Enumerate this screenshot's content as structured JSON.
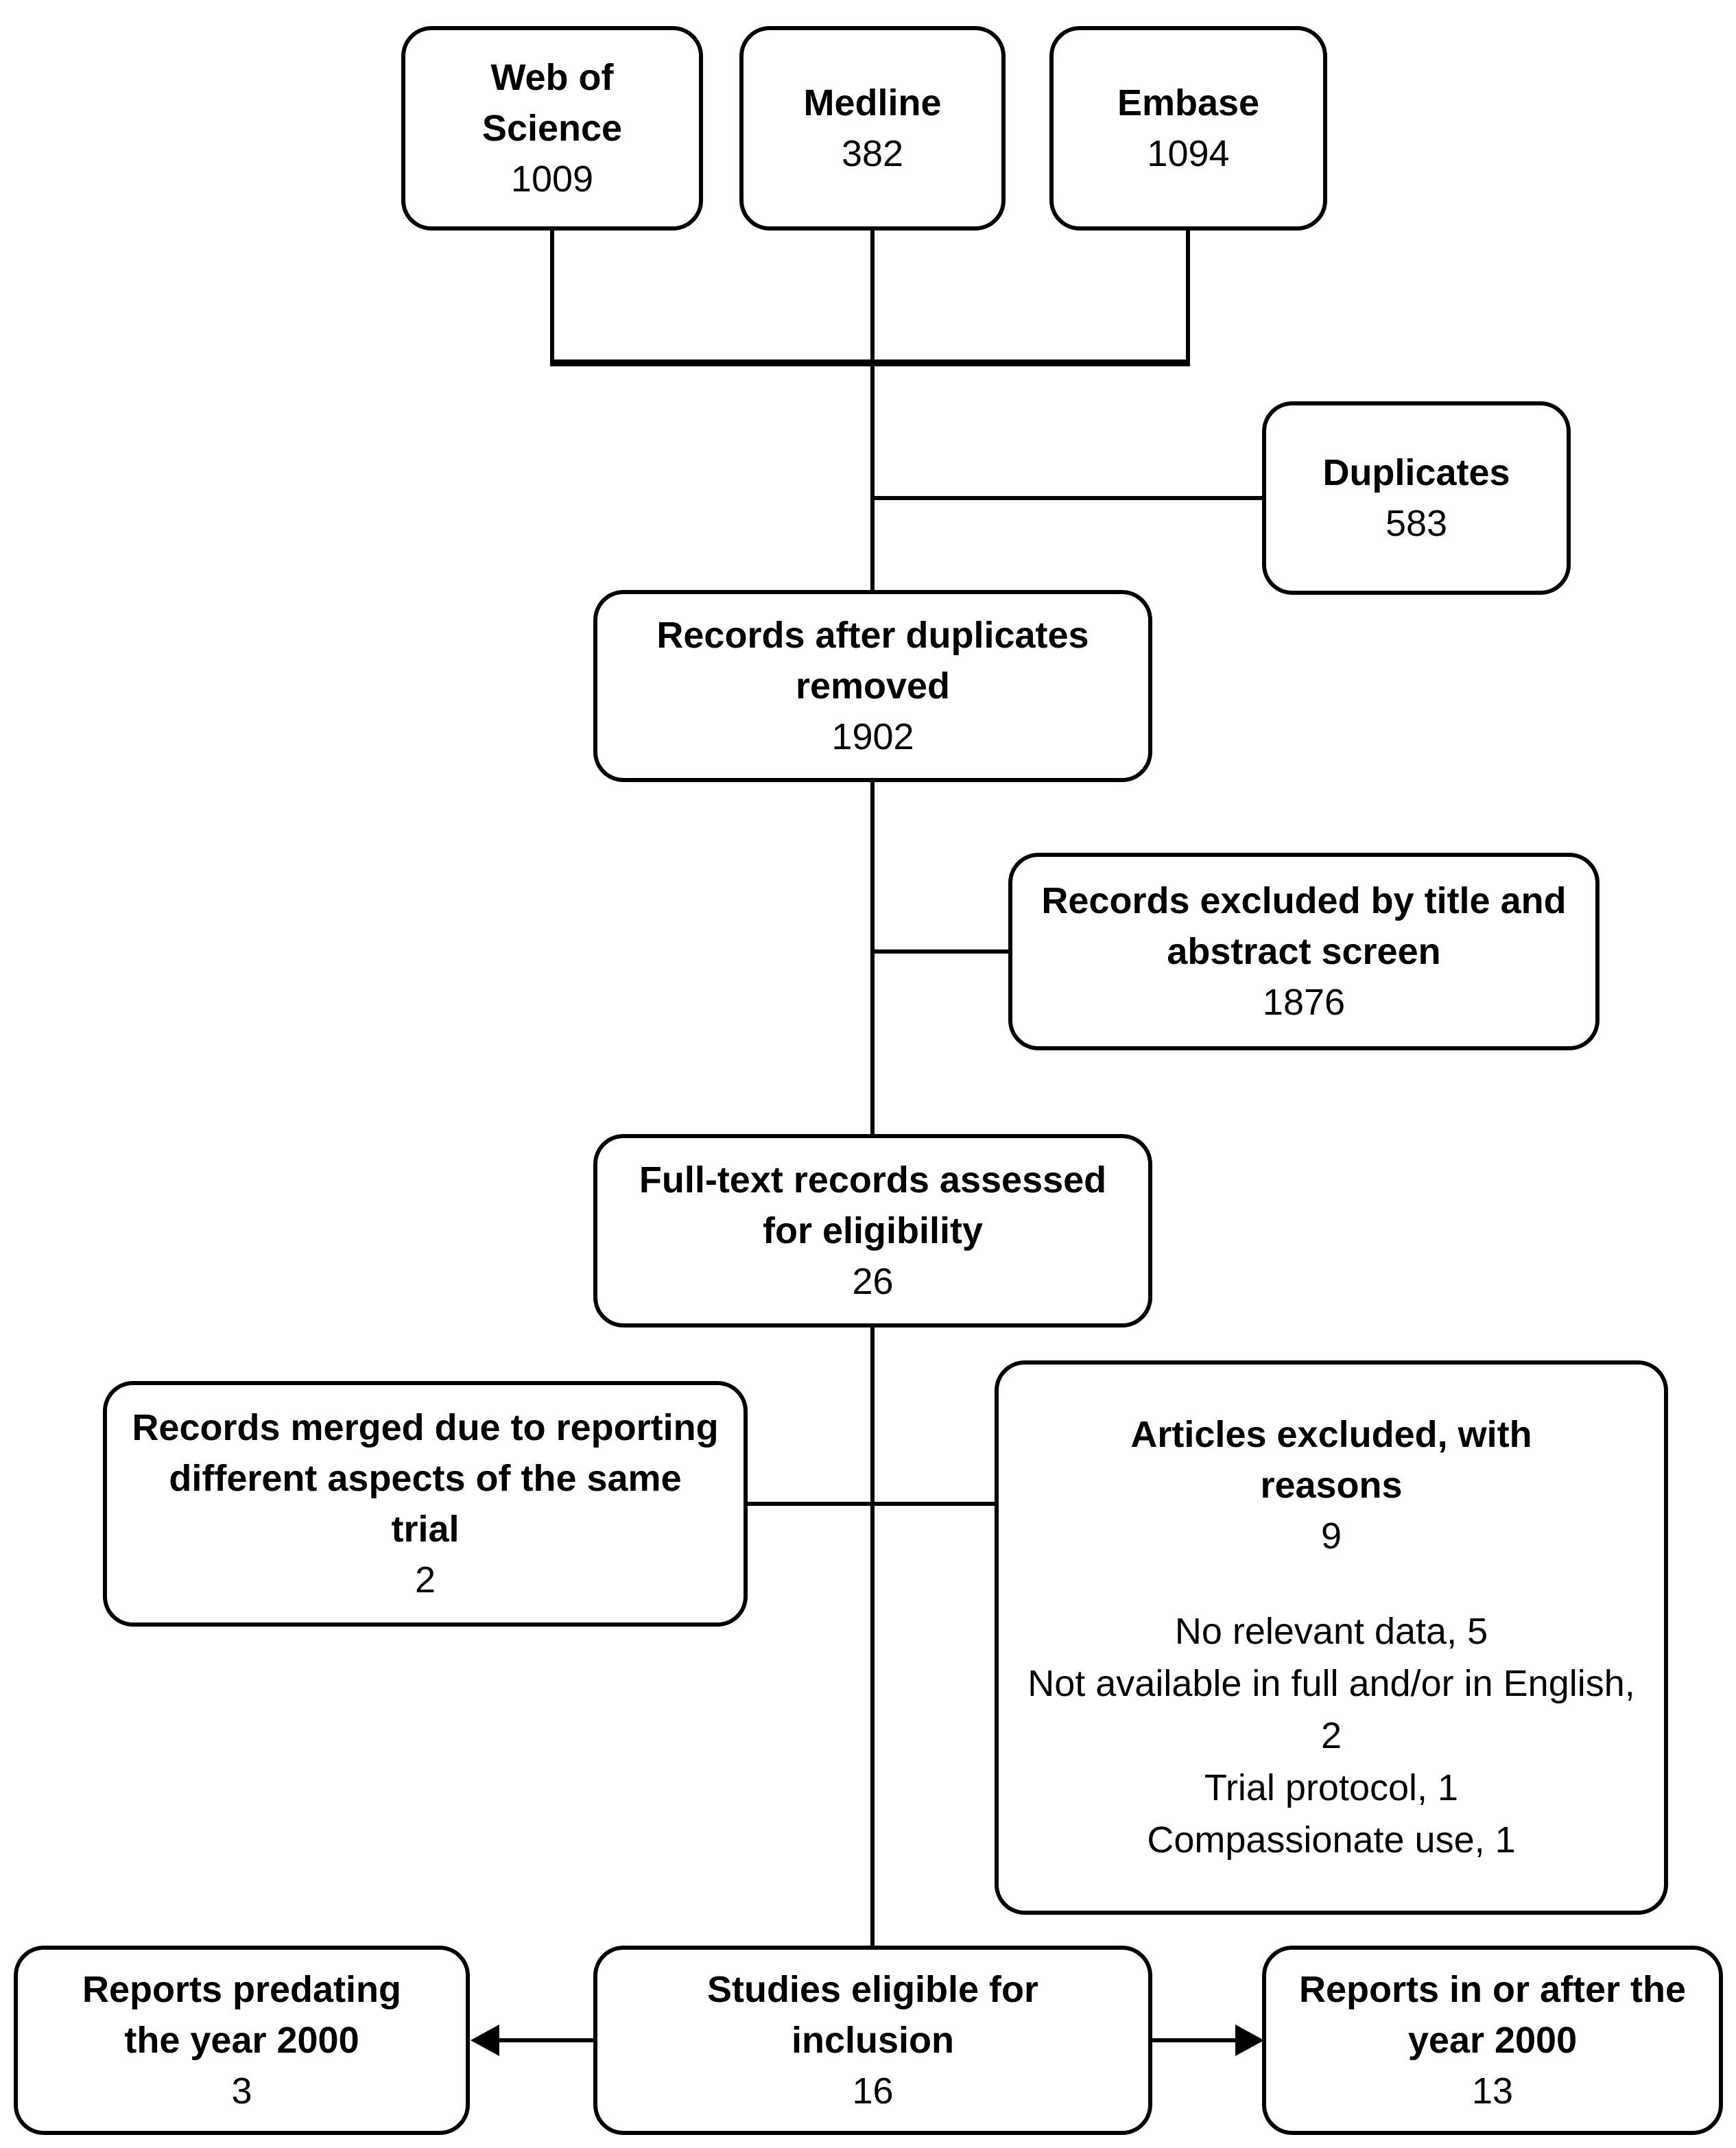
{
  "colors": {
    "background": "#ffffff",
    "ink": "#000000"
  },
  "boxes": {
    "web_of_science": {
      "label": "Web of Science",
      "count": "1009"
    },
    "medline": {
      "label": "Medline",
      "count": "382"
    },
    "embase": {
      "label": "Embase",
      "count": "1094"
    },
    "duplicates": {
      "label": "Duplicates",
      "count": "583"
    },
    "records_after_duplicates": {
      "label": "Records after duplicates removed",
      "count": "1902"
    },
    "records_excluded": {
      "label": "Records excluded by title and abstract screen",
      "count": "1876"
    },
    "full_text_assessed": {
      "label": "Full-text records assessed for eligibility",
      "count": "26"
    },
    "records_merged": {
      "label": "Records merged due to reporting different aspects of the same trial",
      "count": "2"
    },
    "articles_excluded": {
      "label": "Articles excluded, with reasons",
      "count": "9",
      "reasons": [
        "No relevant data, 5",
        "Not available in full and/or in English, 2",
        "Trial protocol, 1",
        "Compassionate use, 1"
      ]
    },
    "reports_predating_2000": {
      "label": "Reports predating the year 2000",
      "count": "3"
    },
    "studies_eligible": {
      "label": "Studies eligible for inclusion",
      "count": "16"
    },
    "reports_in_or_after_2000": {
      "label": "Reports in or after the year 2000",
      "count": "13"
    }
  }
}
